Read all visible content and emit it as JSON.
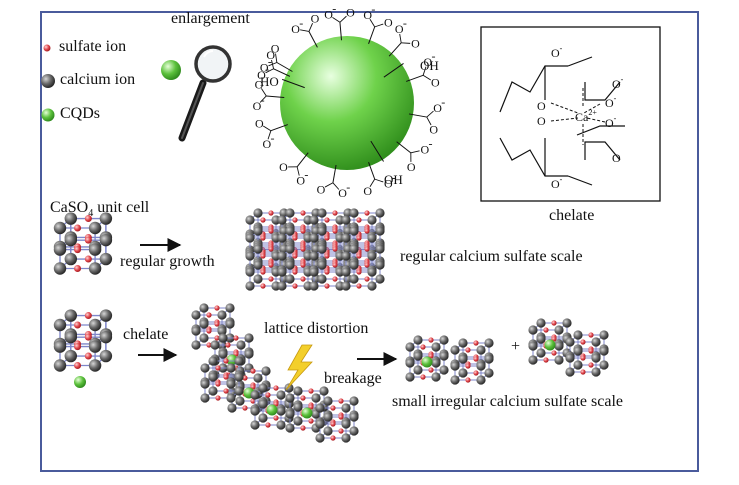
{
  "legend": {
    "sulfate": "sulfate ion",
    "calcium": "calcium ion",
    "cqds": "CQDs"
  },
  "enlargement": "enlargement",
  "groups": {
    "coo": "O",
    "coo_minus": "O",
    "charge_minus": "-",
    "oh": "OH",
    "ho": "HO"
  },
  "chelate_box": {
    "metal": "Ca",
    "metal_charge": "2+",
    "oxygen": "O",
    "charge_minus": "-",
    "caption": "chelate"
  },
  "row1": {
    "unit_cell_prefix": "CaSO",
    "unit_cell_sub": "4",
    "unit_cell_suffix": " unit cell",
    "growth": "regular growth",
    "result": "regular calcium sulfate scale"
  },
  "row2": {
    "chelate": "chelate",
    "distortion": "lattice distortion",
    "breakage": "breakage",
    "plus": "+",
    "result": "small irregular calcium sulfate scale"
  },
  "colors": {
    "frame": "#4a5b9c",
    "sulfate": "#e0454b",
    "calcium": "#555555",
    "cqd": "#5cc13c",
    "bond": "#7f86c9",
    "lightning": "#f3cf2b"
  }
}
